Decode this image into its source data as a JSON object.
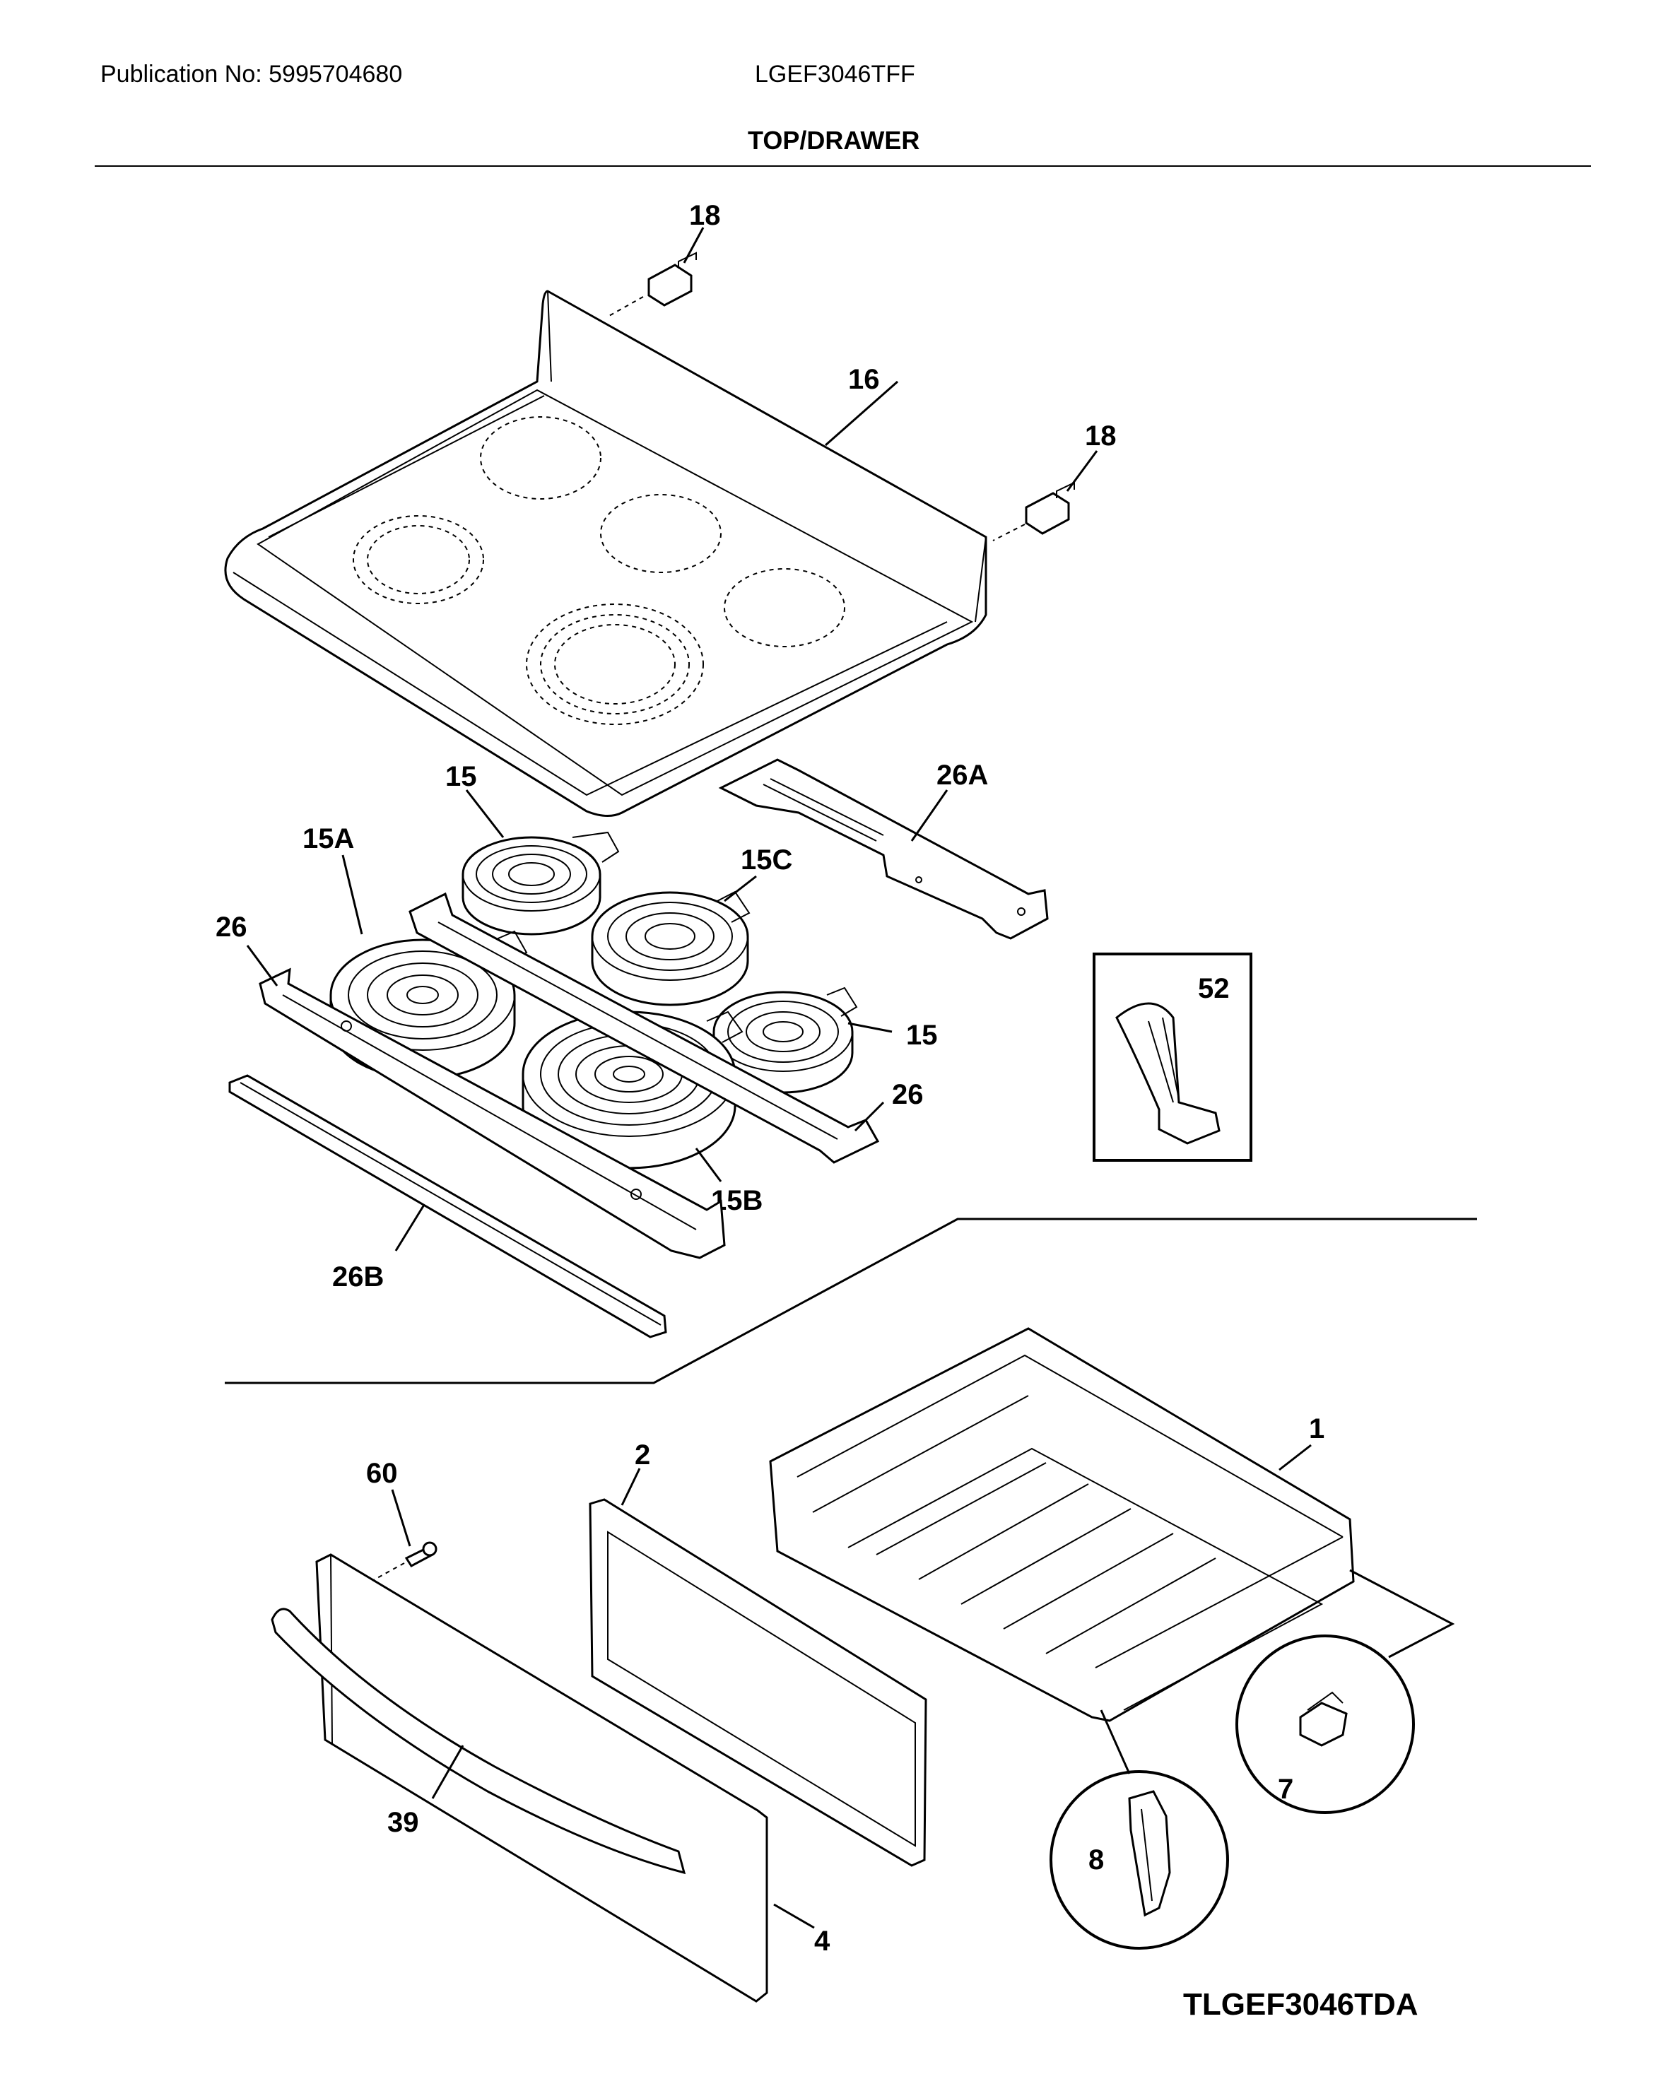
{
  "header": {
    "publication": "Publication No: 5995704680",
    "model": "LGEF3046TFF",
    "section": "TOP/DRAWER"
  },
  "diagram_code": "TLGEF3046TDA",
  "callouts": {
    "bracket_top_left": "18",
    "bracket_top_right": "18",
    "cooktop": "16",
    "burner_support_rear": "26A",
    "element_rear_left": "15",
    "element_front_left": "15A",
    "element_rear_center": "15C",
    "element_right": "15",
    "element_front_center": "15B",
    "support_left": "26",
    "support_right": "26",
    "support_front": "26B",
    "clip_inset": "52",
    "drawer_body": "1",
    "drawer_liner": "2",
    "screw": "60",
    "handle": "39",
    "drawer_front": "4",
    "slide_stop_inset": "7",
    "glide_inset": "8"
  }
}
